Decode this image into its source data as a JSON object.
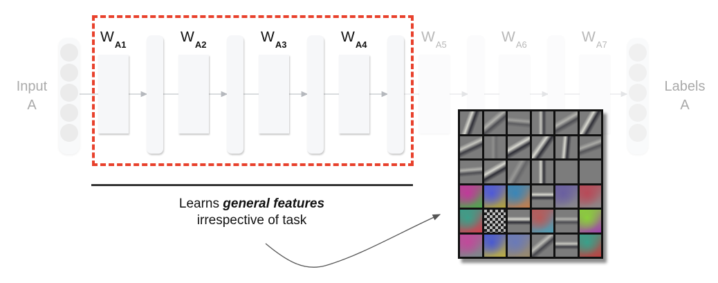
{
  "diagram": {
    "input_label": [
      "Input",
      "A"
    ],
    "output_label": [
      "Labels",
      "A"
    ],
    "weight_layers": [
      {
        "main": "W",
        "sub": "A1",
        "highlighted": true
      },
      {
        "main": "W",
        "sub": "A2",
        "highlighted": true
      },
      {
        "main": "W",
        "sub": "A3",
        "highlighted": true
      },
      {
        "main": "W",
        "sub": "A4",
        "highlighted": true
      },
      {
        "main": "W",
        "sub": "A5",
        "highlighted": false
      },
      {
        "main": "W",
        "sub": "A6",
        "highlighted": false
      },
      {
        "main": "W",
        "sub": "A7",
        "highlighted": false
      }
    ],
    "input_nodes": 5,
    "output_nodes": 5,
    "highlight_color": "#e8412c",
    "caption": {
      "prefix": "Learns ",
      "emphasis": "general features",
      "line2": "irrespective of task"
    },
    "filter_visualization": {
      "rows": 6,
      "cols": 6,
      "description": "first-layer convolutional filters: oriented edges and color blobs"
    }
  }
}
